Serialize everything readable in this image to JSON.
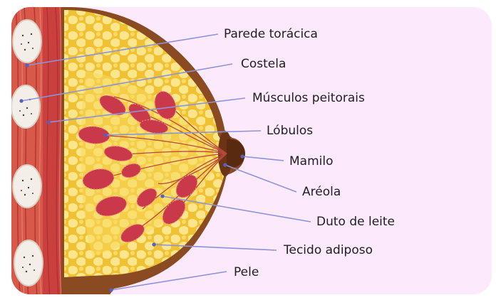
{
  "diagram": {
    "labels": {
      "chest_wall": "Parede torácica",
      "rib": "Costela",
      "pectoral_muscles": "Músculos peitorais",
      "lobules": "Lóbulos",
      "nipple": "Mamilo",
      "areola": "Aréola",
      "milk_duct": "Duto de leite",
      "adipose_tissue": "Tecido adiposo",
      "skin": "Pele"
    },
    "colors": {
      "background": "#fce9fb",
      "skin": "#8a4a22",
      "fat": "#f6cf3f",
      "fat_cells": "#fbe68d",
      "muscle": "#c9403f",
      "muscle_light": "#e07c6c",
      "rib_bone": "#f1ede6",
      "lobule": "#c9394a",
      "duct": "#b8483e",
      "leader_line": "#8e93d6"
    }
  }
}
